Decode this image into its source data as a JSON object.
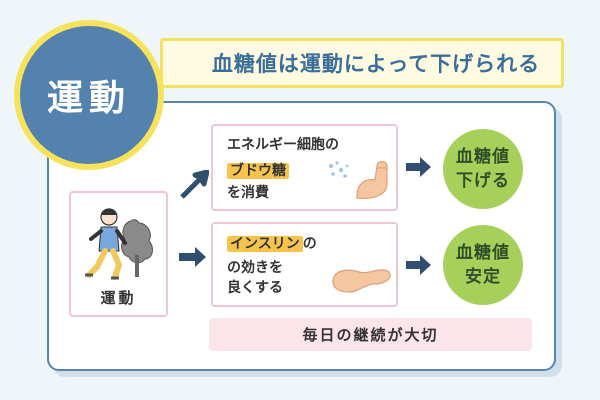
{
  "badge": {
    "label": "運動"
  },
  "title": {
    "text": "血糖値は運動によって下げられる"
  },
  "left": {
    "label": "運動"
  },
  "top_card": {
    "line1": "エネルギー細胞の",
    "highlight": "ブドウ糖",
    "line3": "を消費"
  },
  "bottom_card": {
    "highlight": "インスリン",
    "line1_suffix": "の",
    "line2": "の効きを",
    "line3": "良くする"
  },
  "result_top": {
    "line1": "血糖値",
    "line2": "下げる"
  },
  "result_bottom": {
    "line1": "血糖値",
    "line2": "安定"
  },
  "footer": {
    "text": "毎日の継続が大切"
  },
  "icons": [
    "runner-illustration",
    "tree-illustration",
    "muscle-arm-illustration",
    "sweat-icon",
    "pancreas-illustration",
    "arrow-icon"
  ],
  "colors": {
    "accent_blue": "#5482af",
    "accent_yellow": "#f7e25c",
    "highlight_orange": "#f6c44e",
    "result_green": "#a7d05a",
    "arrow_navy": "#2f4f6f",
    "card_border_pink": "#f0c7cf"
  }
}
